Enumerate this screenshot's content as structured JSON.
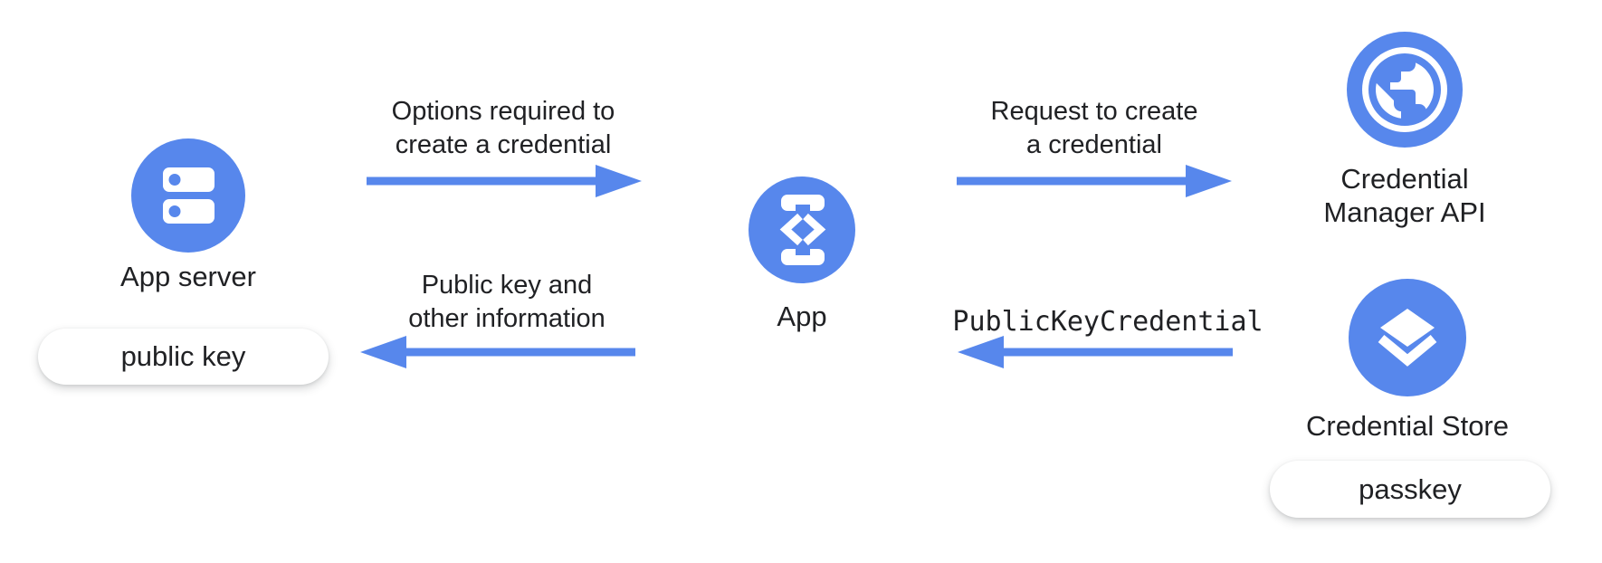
{
  "colors": {
    "accent_blue": "#5787EC",
    "text_dark": "#202124",
    "pill_background": "#FFFFFF"
  },
  "nodes": {
    "app_server": {
      "label": "App server",
      "icon": "server-icon",
      "badge": "public key"
    },
    "app": {
      "label": "App",
      "icon": "phone-code-icon"
    },
    "credential_manager_api": {
      "label_lines": [
        "Credential",
        "Manager API"
      ],
      "icon": "globe-icon"
    },
    "credential_store": {
      "label": "Credential Store",
      "icon": "layers-icon",
      "badge": "passkey"
    }
  },
  "arrows": {
    "options": {
      "direction": "right",
      "label_lines": [
        "Options required to",
        "create a credential"
      ]
    },
    "request": {
      "direction": "right",
      "label_lines": [
        "Request to create",
        "a credential"
      ]
    },
    "public_key": {
      "direction": "left",
      "label_lines": [
        "Public key and",
        "other information"
      ]
    },
    "credential": {
      "direction": "left",
      "label_lines": [
        "PublicKeyCredential"
      ],
      "monospace": true
    }
  }
}
